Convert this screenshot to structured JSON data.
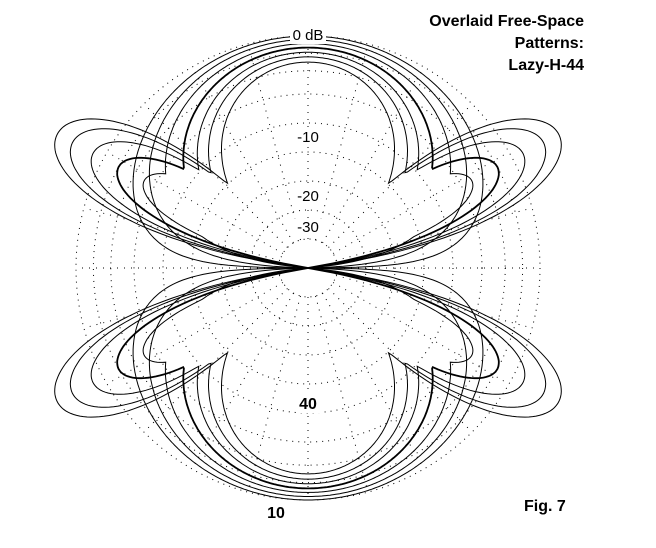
{
  "title_lines": [
    "Overlaid Free-Space",
    "Patterns:",
    "Lazy-H-44"
  ],
  "figure_label": "Fig. 7",
  "chart_data": {
    "type": "polar-line",
    "title": "Overlaid Free-Space Patterns: Lazy-H-44",
    "radial_unit": "dB",
    "radial_range_db": [
      -40,
      0
    ],
    "grid": true,
    "grid_style": "dotted",
    "ring_labels": [
      {
        "db": 0,
        "text": "0 dB",
        "bold": false
      },
      {
        "db": -10,
        "text": "-10",
        "bold": false
      },
      {
        "db": -20,
        "text": "-20",
        "bold": false
      },
      {
        "db": -30,
        "text": "-30",
        "bold": false
      }
    ],
    "extra_labels": [
      "40",
      "10"
    ],
    "angular_spokes_deg": 15,
    "series": [
      {
        "peak_db": 0.0,
        "main_lobe_exponent": 0.9,
        "side_lobe_db": -35
      },
      {
        "peak_db": -0.6,
        "main_lobe_exponent": 1.3,
        "side_lobe_db": -30
      },
      {
        "peak_db": -1.3,
        "main_lobe_exponent": 1.8,
        "side_lobe_db": -26
      },
      {
        "peak_db": -2.0,
        "main_lobe_exponent": 2.6,
        "side_lobe_db": -21
      },
      {
        "peak_db": -2.8,
        "main_lobe_exponent": 3.4,
        "side_lobe_db": -16
      },
      {
        "peak_db": -3.6,
        "main_lobe_exponent": 4.2,
        "side_lobe_db": -12
      },
      {
        "peak_db": -4.5,
        "main_lobe_exponent": 5.5,
        "side_lobe_db": -9
      }
    ]
  }
}
